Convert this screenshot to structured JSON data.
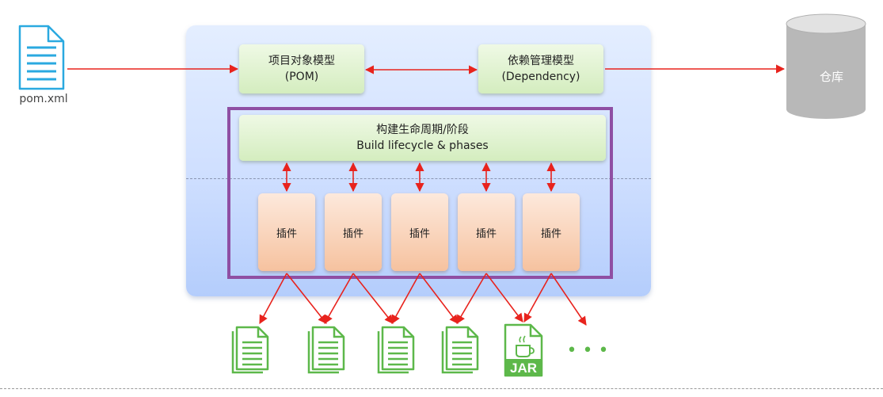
{
  "pom_file": {
    "label": "pom.xml"
  },
  "pom_model": {
    "line1": "项目对象模型",
    "line2": "(POM)"
  },
  "dependency_model": {
    "line1": "依赖管理模型",
    "line2": "(Dependency)"
  },
  "repository": {
    "label": "仓库"
  },
  "lifecycle": {
    "line1": "构建生命周期/阶段",
    "line2": "Build lifecycle & phases"
  },
  "plugins": [
    "插件",
    "插件",
    "插件",
    "插件",
    "插件"
  ],
  "outputs": {
    "jar_label": "JAR",
    "more": "• • •"
  },
  "colors": {
    "arrow": "#e8231d",
    "frame": "#8f4fa3",
    "doc_icon": "#2aa9e0",
    "output_icon": "#5db84a",
    "repo": "#b5b5b5"
  }
}
